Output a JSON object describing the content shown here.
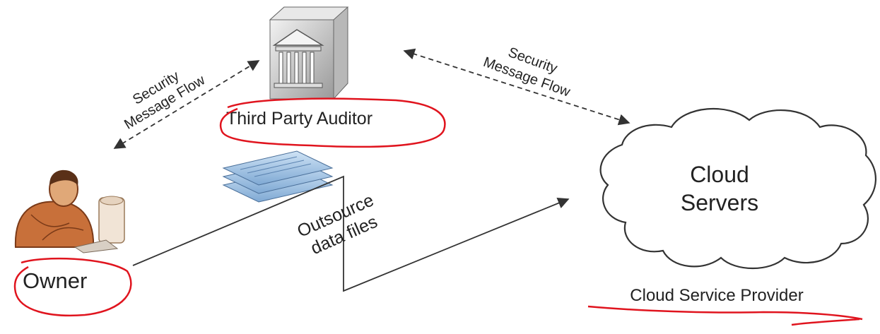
{
  "diagram": {
    "nodes": {
      "auditor": {
        "label": "Third Party Auditor",
        "icon": "auditor-building-icon"
      },
      "owner": {
        "label": "Owner",
        "icon": "owner-person-icon"
      },
      "cloud": {
        "line1": "Cloud",
        "line2": "Servers",
        "caption": "Cloud Service Provider",
        "icon": "cloud-icon"
      },
      "files": {
        "icon": "data-files-icon"
      }
    },
    "edges": {
      "owner_auditor": {
        "line1": "Security",
        "line2": "Message Flow",
        "style": "dashed-bidirectional"
      },
      "auditor_cloud": {
        "line1": "Security",
        "line2": "Message Flow",
        "style": "dashed-bidirectional"
      },
      "owner_cloud": {
        "line1": "Outsource",
        "line2": "data files",
        "style": "solid-arrow"
      }
    },
    "colors": {
      "annotation": "#e0141e",
      "line": "#333333",
      "person": "#c8703a"
    }
  }
}
